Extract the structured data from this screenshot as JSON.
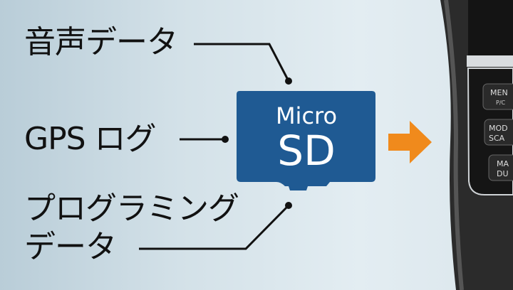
{
  "labels": {
    "audio": "音声データ",
    "gps": "GPS ログ",
    "programming_line1": "プログラミング",
    "programming_line2": "データ"
  },
  "card": {
    "line1": "Micro",
    "line2": "SD"
  },
  "radio": {
    "buttons": [
      {
        "line1": "MEN",
        "line2": "P/C"
      },
      {
        "line1": "MOD",
        "line2": "SCA"
      },
      {
        "line1": "MA",
        "line2": "DU"
      }
    ]
  },
  "colors": {
    "card": "#1f5a93",
    "arrow": "#f08a1c",
    "text": "#111111"
  }
}
